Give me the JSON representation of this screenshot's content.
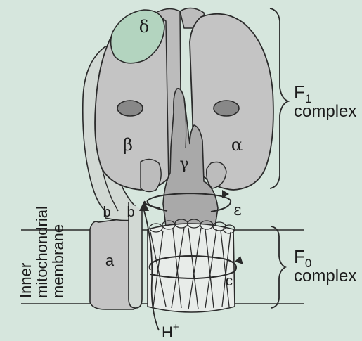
{
  "subunits": {
    "delta": "δ",
    "beta": "β",
    "alpha": "α",
    "gamma": "γ",
    "epsilon": "ε",
    "a": "a",
    "b_left": "b",
    "b_right": "b",
    "c": "c"
  },
  "labels": {
    "f1_main": "F",
    "f1_sub": "1",
    "f1_word": "complex",
    "f0_main": "F",
    "f0_sub": "0",
    "f0_word": "complex",
    "membrane_line1": "Inner",
    "membrane_line2": "mitochondrial",
    "membrane_line3": "membrane",
    "proton_main": "H",
    "proton_sup": "+"
  },
  "colors": {
    "background": "#d6e6dd",
    "protein_fill": "#c4c4c4",
    "protein_dark": "#a9a9a9",
    "delta_fill": "#b3d4bf",
    "outline": "#2a2a2a"
  }
}
